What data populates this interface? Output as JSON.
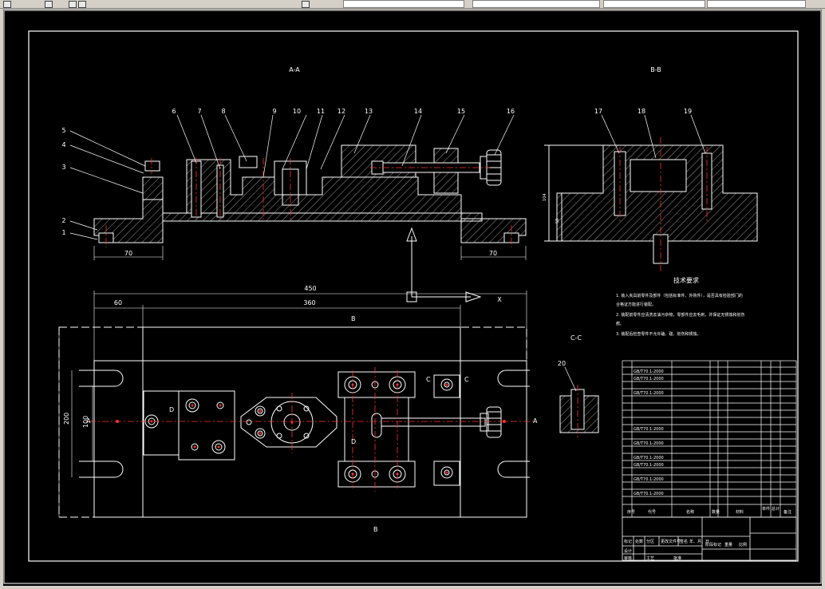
{
  "app": {
    "toolbar_icons": [
      "file-icon",
      "layer-icon",
      "palette-icon",
      "match-properties-icon",
      "layer-tool-icon"
    ],
    "background": "#000000"
  },
  "drawing": {
    "views": {
      "section_aa": "A-A",
      "section_bb": "B-B",
      "section_cc": "C-C"
    },
    "balloons_aa": [
      "1",
      "2",
      "3",
      "4",
      "5",
      "6",
      "7",
      "8",
      "9",
      "10",
      "11",
      "12",
      "13",
      "14",
      "15",
      "16"
    ],
    "balloons_bb": [
      "17",
      "18",
      "19"
    ],
    "balloon_cc": "20",
    "dims": {
      "aa_left": "70",
      "aa_right": "70",
      "bb_height1": "104",
      "bb_height2": "58",
      "plan_total": "450",
      "plan_inner": "360",
      "plan_left": "60",
      "plan_height_outer": "200",
      "plan_height_inner": "100"
    },
    "section_marks": {
      "a_left": "A",
      "a_right": "A",
      "b_top": "B",
      "b_bottom": "B",
      "c_left": "C",
      "c_right": "C",
      "d_left": "D",
      "d_right": "D",
      "x_axis": "X"
    },
    "tech_req": {
      "title": "技术要求",
      "lines": [
        "1. 装入夹具前零件及部件（包括标准件、外购件），是否具有检验部门的",
        "合格证方能进行装配。",
        "2. 装配前零件应清洗去油污杂物，零部件应去毛刺，并保证无锈蚀和划伤",
        "痕。",
        "3. 装配后检查零件不允许磕、碰、划伤和锈蚀。"
      ]
    },
    "title_block": {
      "header": [
        "序号",
        "代号",
        "名称",
        "数量",
        "材料",
        "单件",
        "总计",
        "备注"
      ],
      "row_codes": [
        "GB/T70.1-2000",
        "GB/T70.1-2000",
        "",
        "GB/T70.1-2000",
        "GB/T70.1-2000",
        "",
        "",
        "GB/T70.1-2000",
        "",
        "GB/T70.1-2000",
        "GB/T70.1-2000",
        "",
        "GB/T70.1-2000",
        "GB/T70.1-2000",
        ""
      ],
      "footer_labels": [
        "标记",
        "处数",
        "分区",
        "更改文件号",
        "签名",
        "年、月、日",
        "设计",
        "审核",
        "工艺",
        "批准",
        "阶段标记",
        "重量",
        "比例"
      ]
    }
  }
}
